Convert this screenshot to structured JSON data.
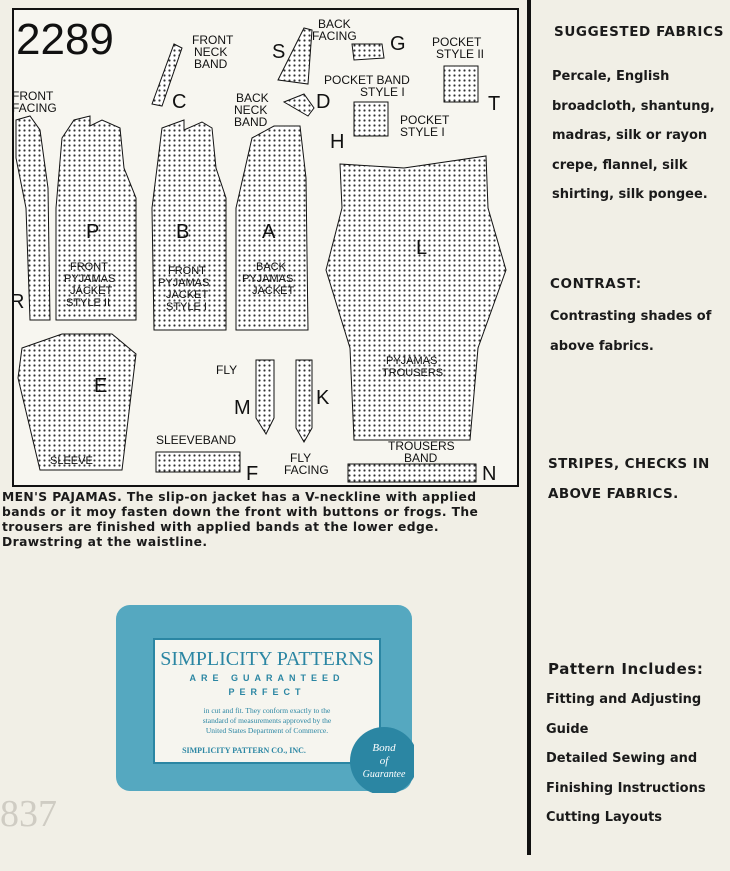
{
  "pattern_number": "2289",
  "pieces": {
    "front_neck_band": [
      "FRONT",
      "NECK",
      "BAND"
    ],
    "c": "C",
    "back_facing": [
      "BACK",
      "FACING"
    ],
    "s": "S",
    "g": "G",
    "pocket_style_2": [
      "POCKET",
      "STYLE II"
    ],
    "t": "T",
    "front_facing": [
      "FRONT",
      "FACING"
    ],
    "r": "R",
    "back_neck_band": [
      "BACK",
      "NECK",
      "BAND"
    ],
    "d": "D",
    "pocket_band_style_1": [
      "POCKET BAND",
      "STYLE I"
    ],
    "h": "H",
    "pocket_style_1": [
      "POCKET",
      "STYLE I"
    ],
    "p": "P",
    "front_jacket_style_2": [
      "FRONT",
      "PYJAMAS",
      "JACKET",
      "STYLE II"
    ],
    "b": "B",
    "front_jacket_style_1": [
      "FRONT",
      "PYJAMAS",
      "JACKET",
      "STYLE I"
    ],
    "a": "A",
    "back_jacket": [
      "BACK",
      "PYJAMAS",
      "JACKET"
    ],
    "l": "L",
    "trousers": [
      "PYJAMAS",
      "TROUSERS"
    ],
    "e": "E",
    "sleeve": "SLEEVE",
    "fly": "FLY",
    "m": "M",
    "k": "K",
    "fly_facing": [
      "FLY",
      "FACING"
    ],
    "sleeveband": "SLEEVEBAND",
    "f": "F",
    "trousers_band": [
      "TROUSERS",
      "BAND"
    ],
    "n": "N"
  },
  "description": "MEN'S PAJAMAS. The slip-on jacket has a V-neckline with applied bands or it moy fasten down the front with buttons or frogs. The trousers are finished with applied bands at the lower edge. Drawstring at the waistline.",
  "right": {
    "fabrics_heading": "SUGGESTED FABRICS",
    "fabrics_lines": [
      "Percale, English",
      "broadcloth, shantung,",
      "madras, silk or rayon",
      "crepe, flannel, silk",
      "shirting, silk pongee."
    ],
    "contrast_heading": "CONTRAST:",
    "contrast_lines": [
      "Contrasting shades of",
      "above fabrics."
    ],
    "stripes_lines": [
      "STRIPES, CHECKS IN",
      "ABOVE FABRICS."
    ],
    "includes_heading": "Pattern Includes:",
    "includes_lines": [
      "Fitting and Adjusting",
      "Guide",
      "Detailed Sewing and",
      "Finishing Instructions",
      "Cutting Layouts"
    ]
  },
  "guarantee": {
    "title": "SIMPLICITY PATTERNS",
    "line2": "ARE GUARANTEED",
    "line3": "PERFECT",
    "body": [
      "in cut and fit. They conform exactly to the",
      "standard of measurements approved by the",
      "United States Department of Commerce."
    ],
    "company": "SIMPLICITY PATTERN CO., INC.",
    "seal": [
      "Bond",
      "of",
      "Guarantee"
    ],
    "color": "#3a9bb8"
  },
  "pencil_mark": "837"
}
